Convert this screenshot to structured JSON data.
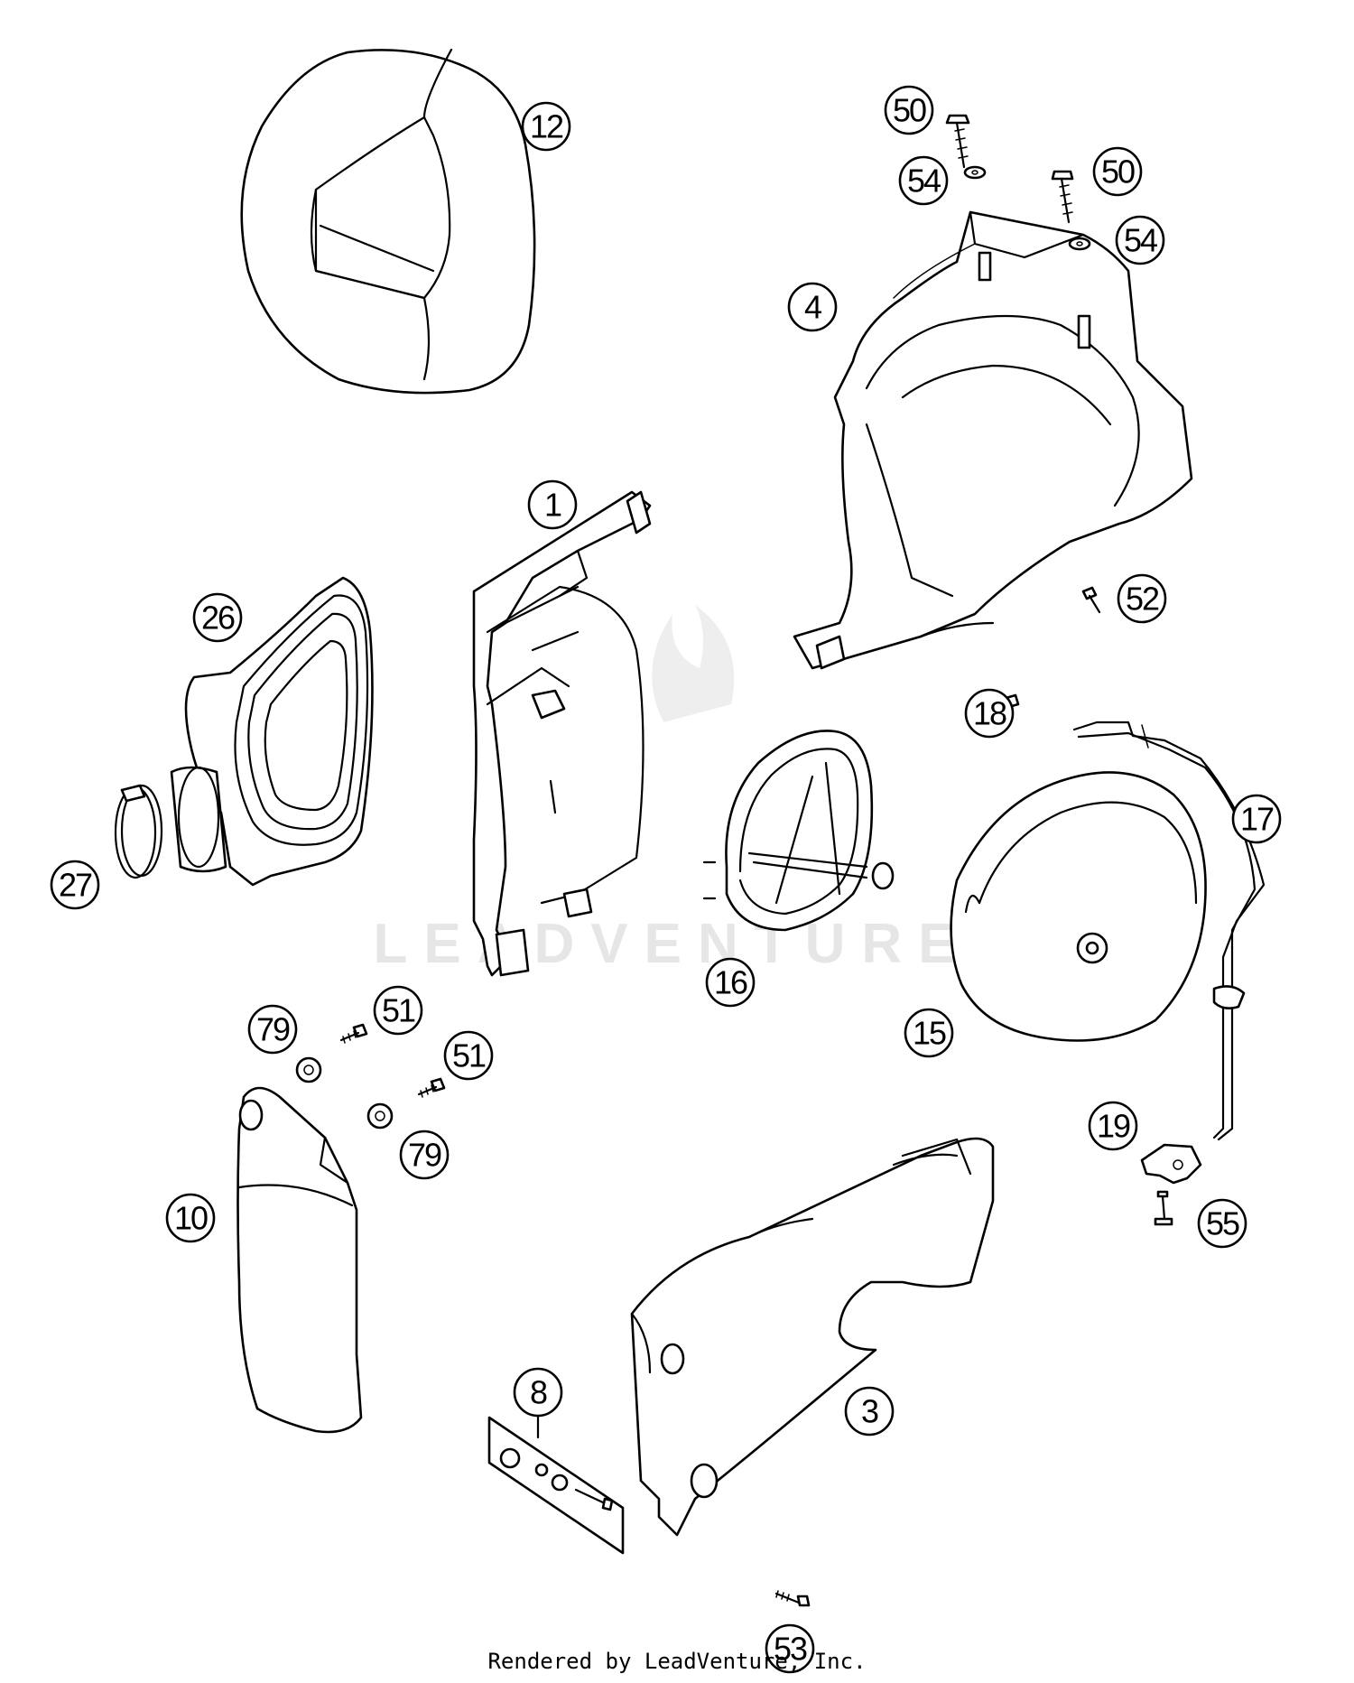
{
  "watermark": "LEADVENTURE",
  "footer": "Rendered by LeadVenture, Inc.",
  "callouts": [
    "12",
    "50",
    "54",
    "50",
    "54",
    "4",
    "1",
    "52",
    "26",
    "18",
    "17",
    "27",
    "16",
    "15",
    "79",
    "51",
    "51",
    "79",
    "19",
    "10",
    "55",
    "8",
    "3",
    "53"
  ]
}
